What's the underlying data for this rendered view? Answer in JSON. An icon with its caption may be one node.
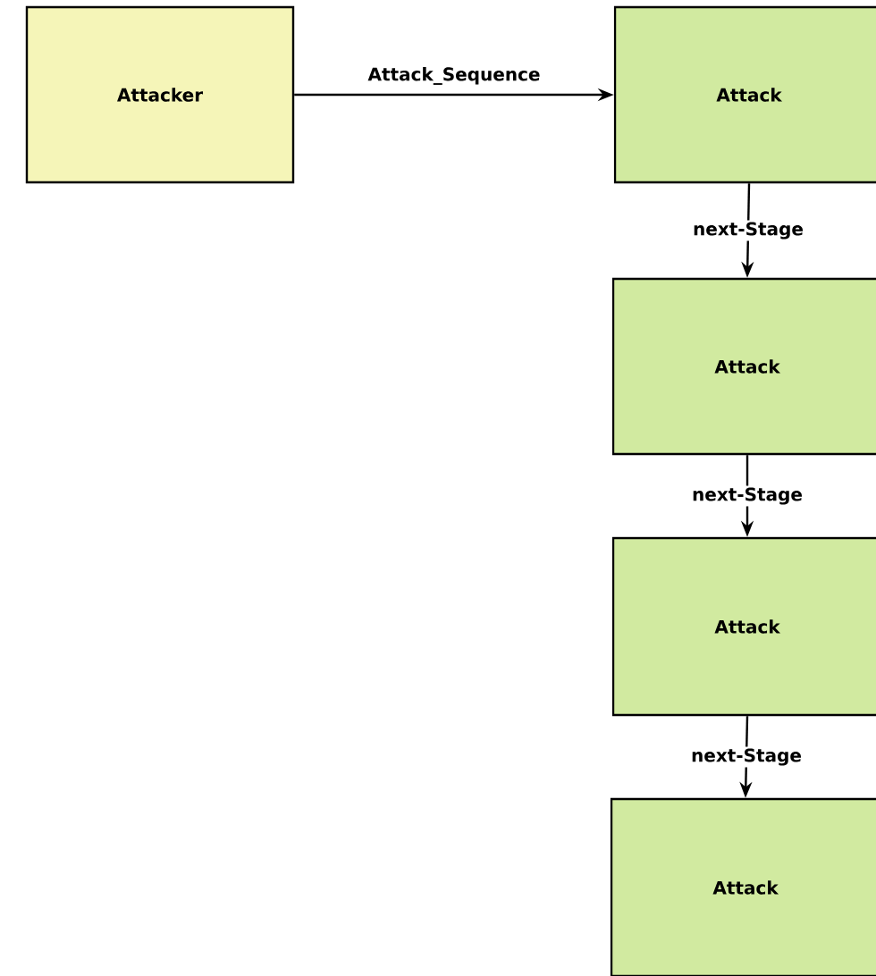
{
  "diagram": {
    "nodes": [
      {
        "text": [
          "Attacker"
        ]
      },
      {
        "text": [
          "Attack"
        ]
      },
      {
        "text": [
          "Attack"
        ]
      },
      {
        "text": [
          "Attack"
        ]
      },
      {
        "text": [
          "Attack"
        ]
      }
    ],
    "edges": [
      {
        "from": 0,
        "to": 1,
        "arrow": "to",
        "label": "Attack_Sequence"
      },
      {
        "from": 1,
        "to": 2,
        "arrow": "to",
        "label": "next-Stage"
      },
      {
        "from": 2,
        "to": 3,
        "arrow": "to",
        "label": "next-Stage"
      },
      {
        "from": 3,
        "to": 4,
        "arrow": "to",
        "label": "next-Stage"
      }
    ]
  }
}
